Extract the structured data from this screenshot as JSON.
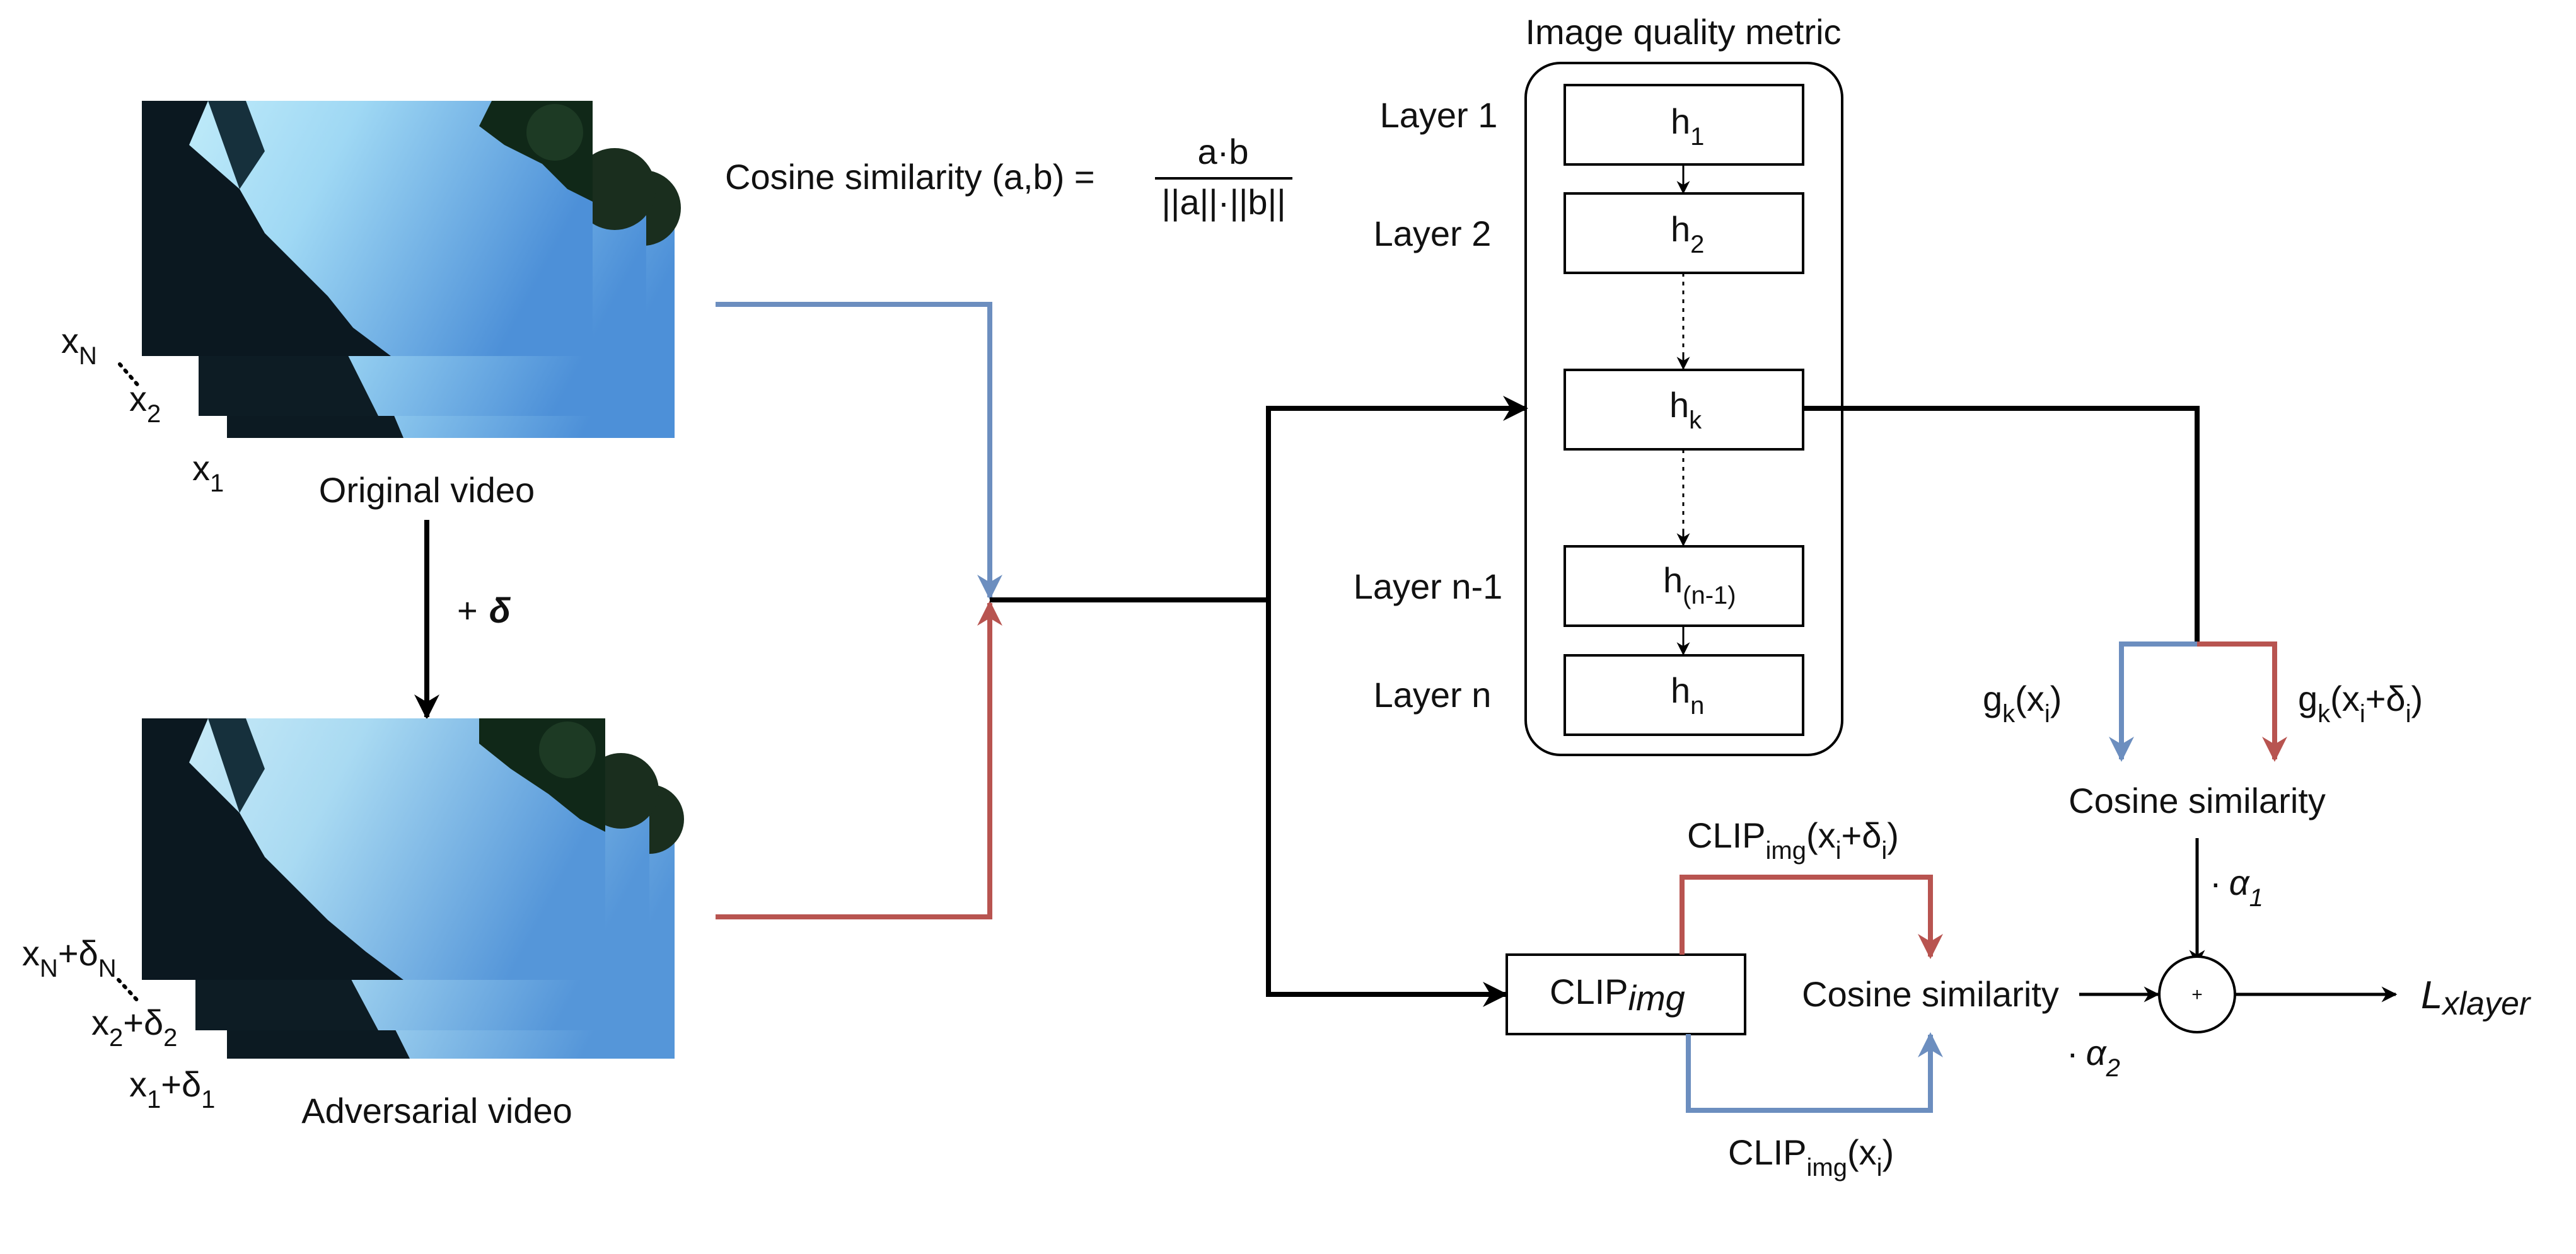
{
  "formula": {
    "lhs": "Cosine similarity (a,b) =",
    "numerator": "a·b",
    "denominator": "||a||·||b||"
  },
  "original": {
    "caption": "Original video",
    "frame_labels": [
      {
        "base": "x",
        "sub": "N"
      },
      {
        "base": "x",
        "sub": "2"
      },
      {
        "base": "x",
        "sub": "1"
      }
    ]
  },
  "perturbation": {
    "prefix": "+",
    "symbol": "δ"
  },
  "adversarial": {
    "caption": "Adversarial video",
    "frame_labels": [
      {
        "base": "x",
        "sub": "N",
        "plus": "+δ",
        "sub2": "N"
      },
      {
        "base": "x",
        "sub": "2",
        "plus": "+δ",
        "sub2": "2"
      },
      {
        "base": "x",
        "sub": "1",
        "plus": "+δ",
        "sub2": "1"
      }
    ]
  },
  "iqm": {
    "title": "Image quality metric",
    "layers": [
      {
        "label": "Layer 1",
        "node": "h",
        "sub": "1"
      },
      {
        "label": "Layer 2",
        "node": "h",
        "sub": "2"
      },
      {
        "label": "",
        "node": "h",
        "sub": "k"
      },
      {
        "label": "Layer n-1",
        "node": "h",
        "sub": "(n-1)"
      },
      {
        "label": "Layer n",
        "node": "h",
        "sub": "n"
      }
    ]
  },
  "features": {
    "clean": {
      "base": "g",
      "sub": "k",
      "arg": "(x",
      "argsub": "i",
      "close": ")"
    },
    "adv": {
      "base": "g",
      "sub": "k",
      "arg": "(x",
      "argsub": "i",
      "plus": "+δ",
      "plussub": "i",
      "close": ")"
    }
  },
  "cos_top": "Cosine similarity",
  "alpha1": {
    "dot": "·",
    "sym": "α",
    "sub": "1"
  },
  "clip": {
    "block": {
      "base": "CLIP",
      "sub": "img"
    },
    "adv_label": {
      "base": "CLIP",
      "sub": "img",
      "arg": "(x",
      "argsub": "i",
      "plus": "+δ",
      "plussub": "i",
      "close": ")"
    },
    "clean_label": {
      "base": "CLIP",
      "sub": "img",
      "arg": "(x",
      "argsub": "i",
      "close": ")"
    }
  },
  "cos_bottom": "Cosine similarity",
  "alpha2": {
    "dot": "·",
    "sym": "α",
    "sub": "2"
  },
  "sum_symbol": "+",
  "output": {
    "base": "L",
    "sub": "xlayer"
  },
  "colors": {
    "clean": "#6c8ebf",
    "adversarial": "#b85450",
    "line": "#000000"
  }
}
